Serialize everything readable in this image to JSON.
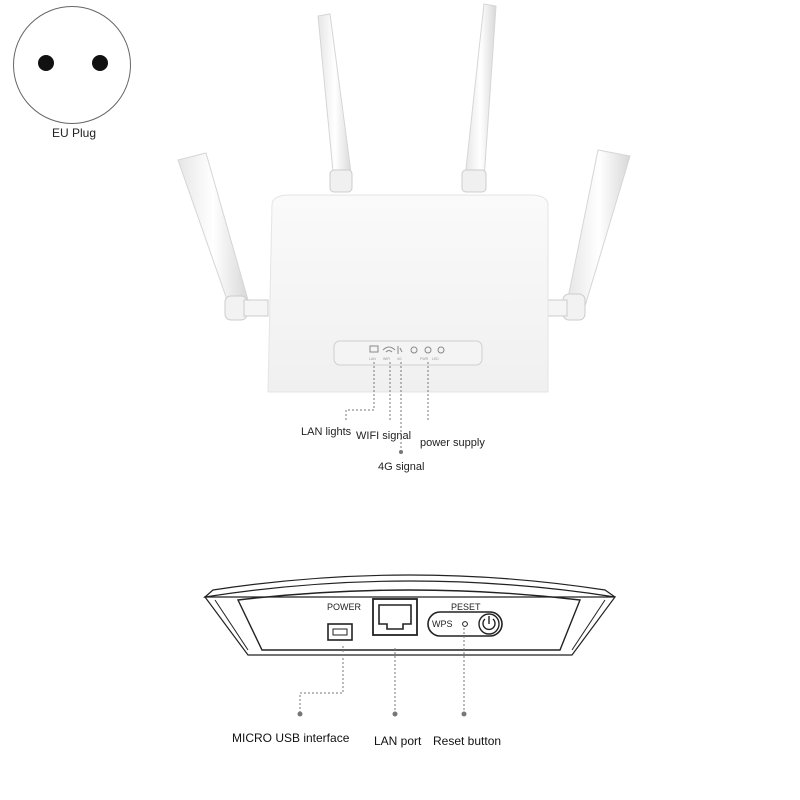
{
  "plug": {
    "caption": "EU Plug"
  },
  "router_front": {
    "led_labels": {
      "lan": "LAN lights",
      "wifi": "WIFI signal",
      "g4": "4G signal",
      "power": "power supply"
    },
    "panel_icon_labels": [
      "LAN",
      "WIFI",
      "4G",
      "PWR",
      "LED"
    ]
  },
  "router_back": {
    "port_labels": {
      "power": "POWER",
      "reset": "PESET",
      "wps": "WPS"
    },
    "callouts": {
      "micro_usb": "MICRO USB interface",
      "lan_port": "LAN port",
      "reset_button": "Reset button"
    }
  },
  "colors": {
    "line": "#666666",
    "body": "#ffffff",
    "outline": "#222222"
  }
}
